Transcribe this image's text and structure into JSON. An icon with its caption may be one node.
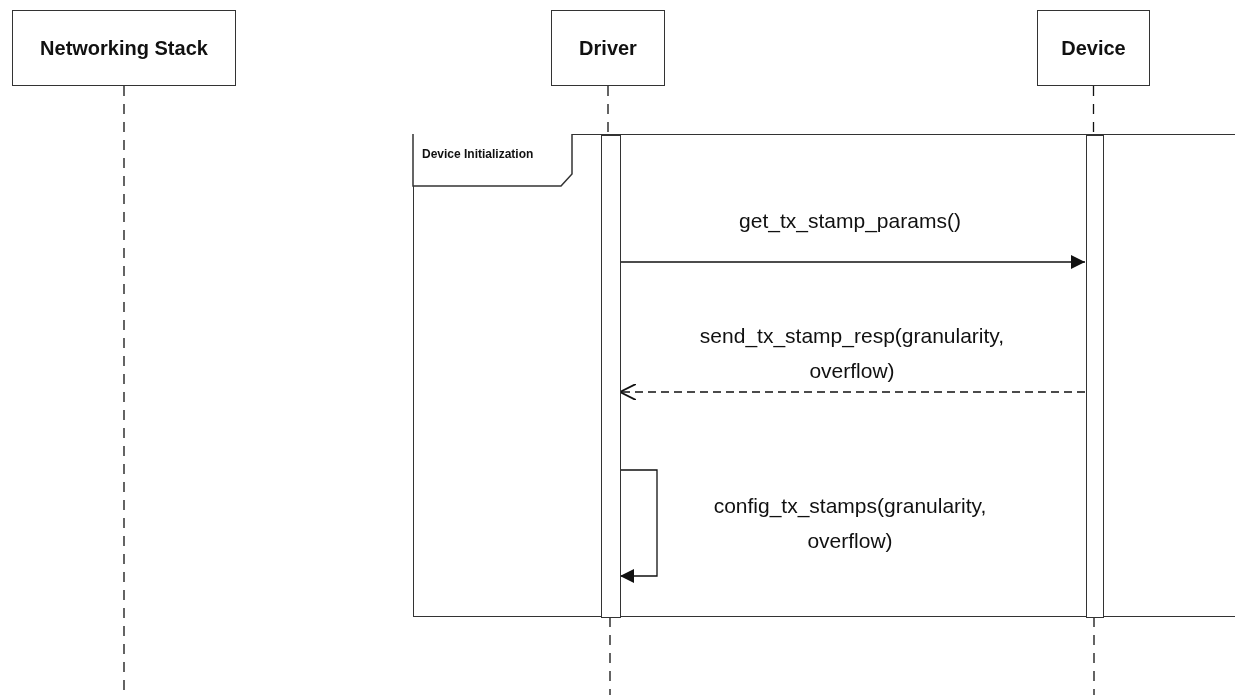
{
  "diagram": {
    "nodes": [
      {
        "text": [
          "Networking Stack"
        ]
      },
      {
        "text": [
          "Driver"
        ]
      },
      {
        "text": [
          "Device"
        ]
      },
      {
        "text": [
          "Device Initialization"
        ]
      },
      {
        "text": [],
        "shape": "bar",
        "in": 3
      },
      {
        "text": [],
        "shape": "bar",
        "in": 3
      }
    ],
    "edges": [
      {
        "from": 0,
        "to": null,
        "arrow": "none",
        "style": "dashed"
      },
      {
        "from": 1,
        "to": 4,
        "arrow": "none",
        "style": "dashed"
      },
      {
        "from": 4,
        "to": null,
        "arrow": "none",
        "style": "dashed"
      },
      {
        "from": 2,
        "to": 5,
        "arrow": "none",
        "style": "dashed"
      },
      {
        "from": 5,
        "to": null,
        "arrow": "none",
        "style": "dashed"
      },
      {
        "from": 4,
        "to": 5,
        "arrow": "to",
        "label": "get_tx_stamp_params()"
      },
      {
        "from": 5,
        "to": 4,
        "arrow": "to",
        "style": "dashed",
        "label": "send_tx_stamp_resp(granularity, overflow)"
      },
      {
        "from": 4,
        "to": 4,
        "arrow": "to",
        "label": "config_tx_stamps(granularity, overflow)"
      }
    ]
  }
}
